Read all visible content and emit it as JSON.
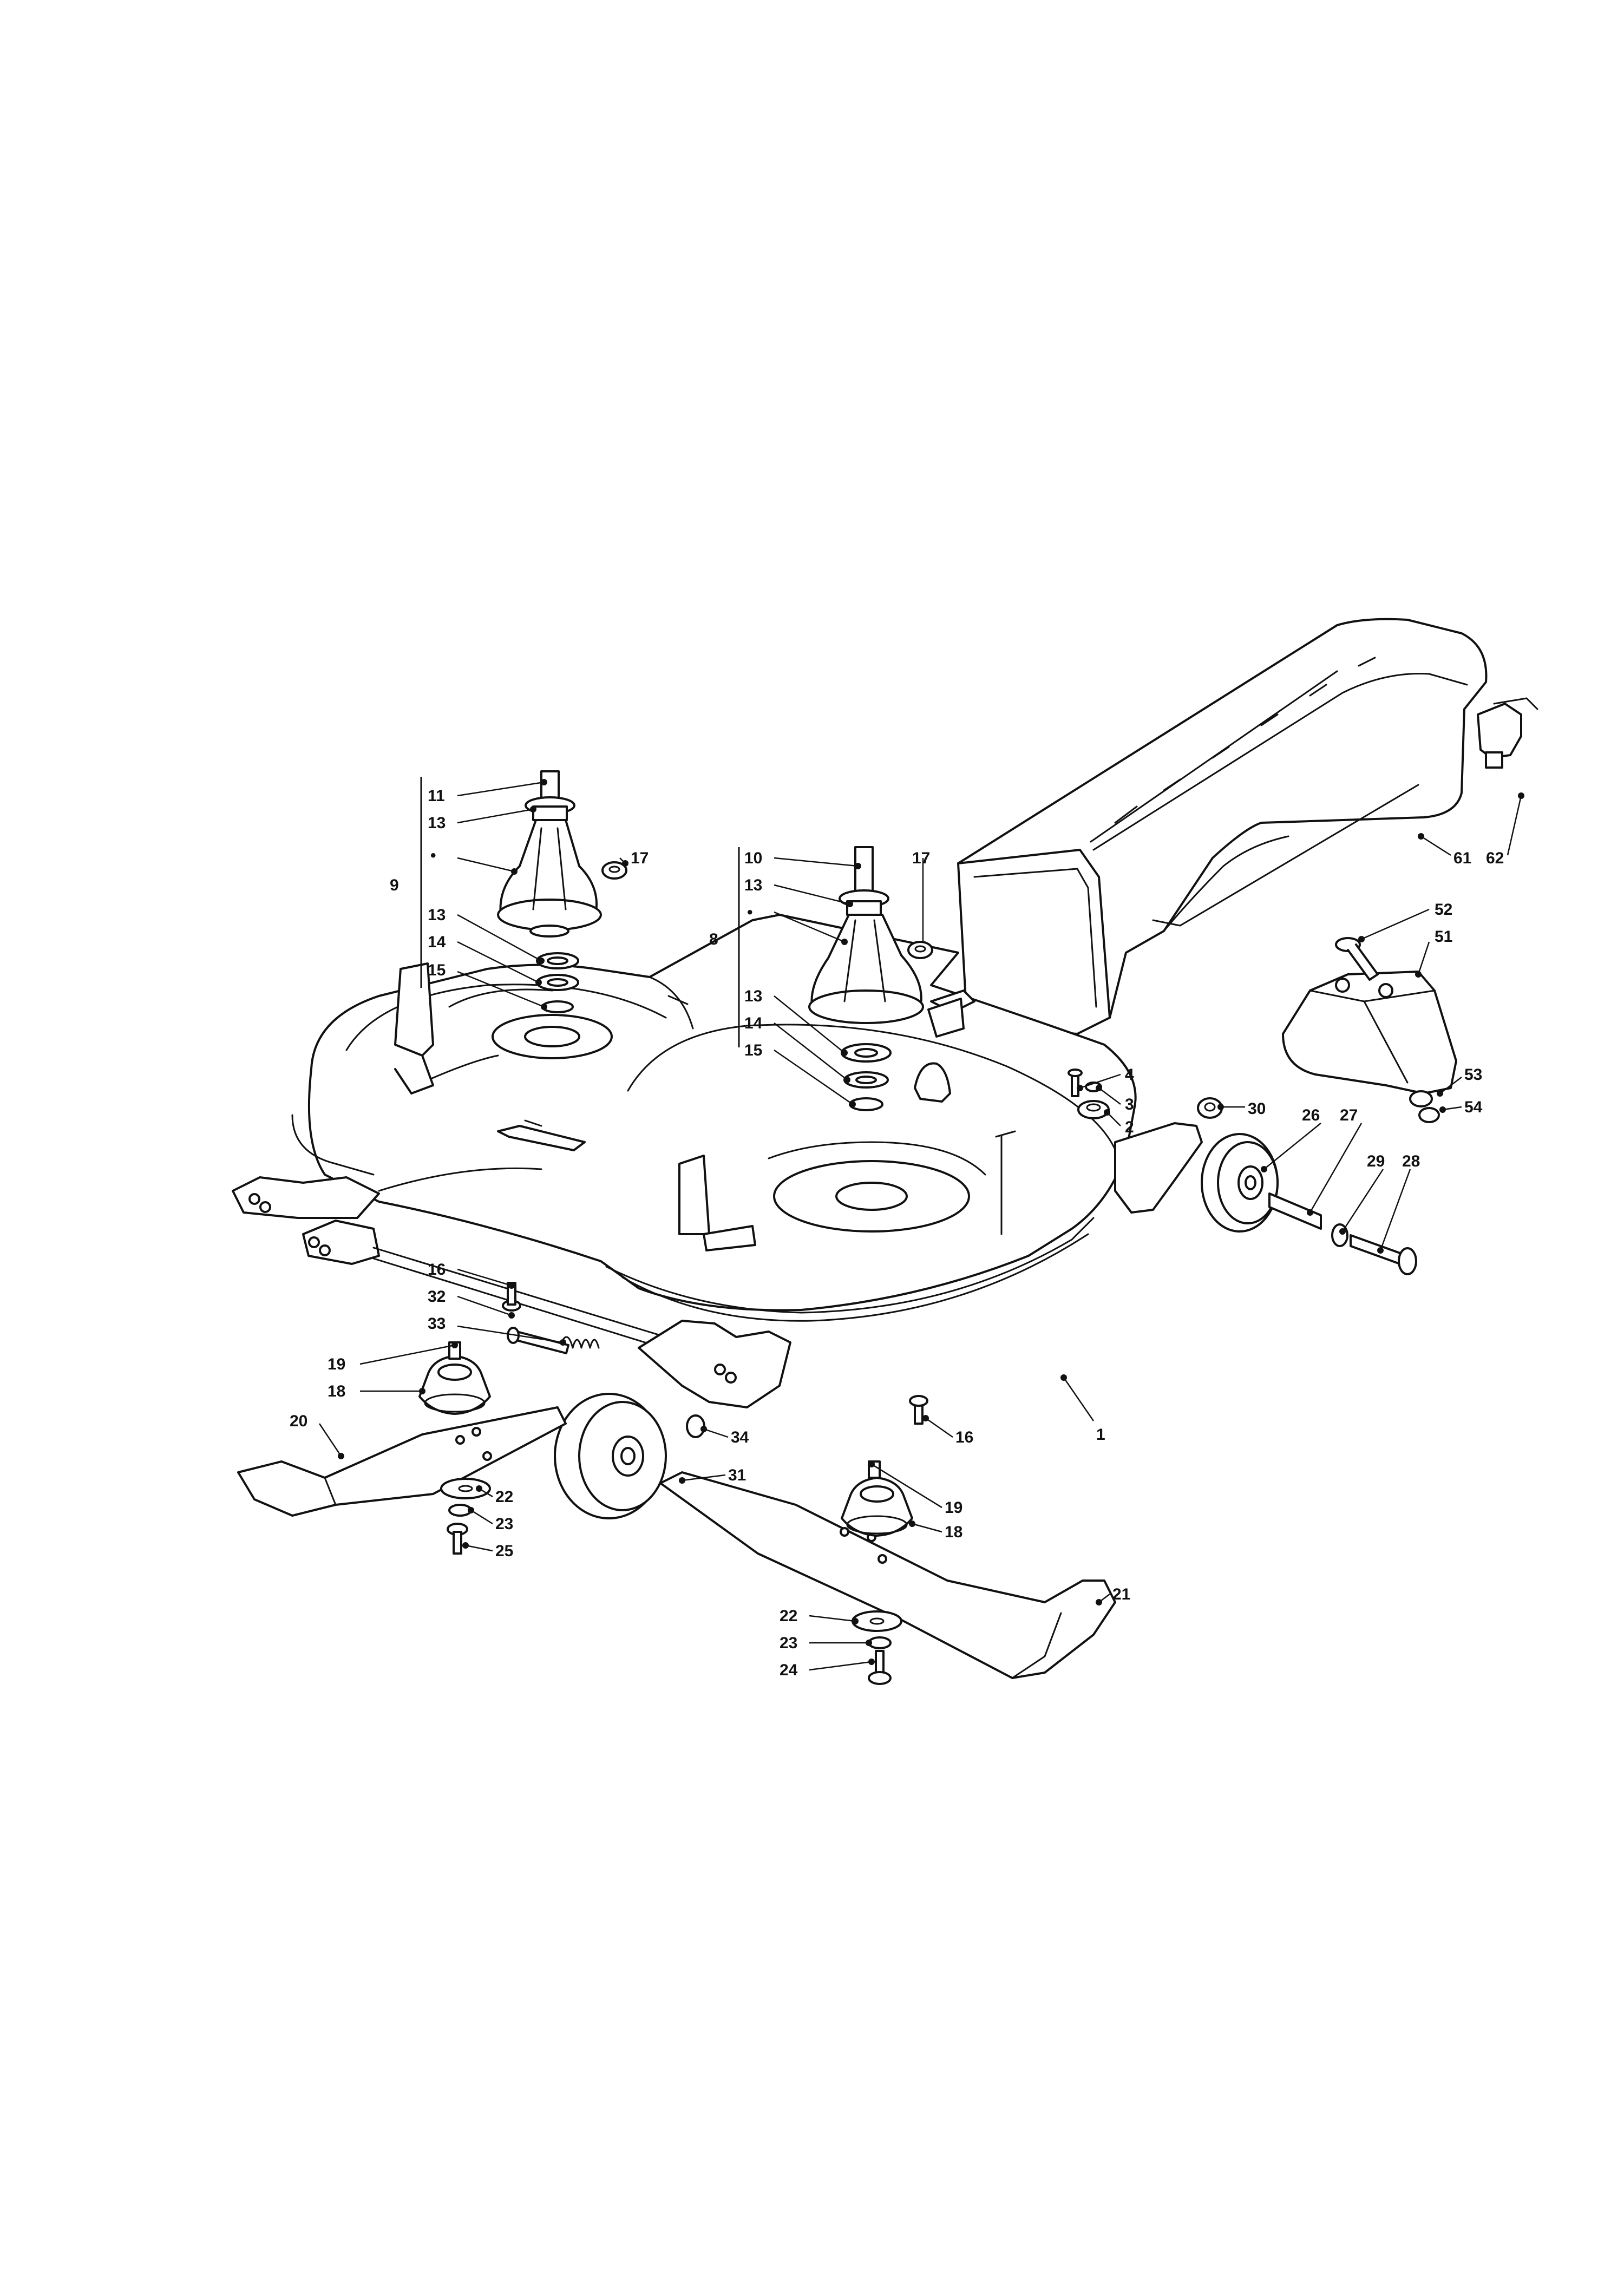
{
  "diagram": {
    "callouts": [
      {
        "id": "c11",
        "text": "11"
      },
      {
        "id": "c13a",
        "text": "13"
      },
      {
        "id": "c9dot",
        "text": "•"
      },
      {
        "id": "c17a",
        "text": "17"
      },
      {
        "id": "c9",
        "text": "9"
      },
      {
        "id": "c13b",
        "text": "13"
      },
      {
        "id": "c14a",
        "text": "14"
      },
      {
        "id": "c15a",
        "text": "15"
      },
      {
        "id": "c10",
        "text": "10"
      },
      {
        "id": "c13c",
        "text": "13"
      },
      {
        "id": "c8dot",
        "text": "•"
      },
      {
        "id": "c17b",
        "text": "17"
      },
      {
        "id": "c8",
        "text": "8"
      },
      {
        "id": "c13d",
        "text": "13"
      },
      {
        "id": "c14b",
        "text": "14"
      },
      {
        "id": "c15b",
        "text": "15"
      },
      {
        "id": "c4",
        "text": "4"
      },
      {
        "id": "c3",
        "text": "3"
      },
      {
        "id": "c2",
        "text": "2"
      },
      {
        "id": "c30",
        "text": "30"
      },
      {
        "id": "c26",
        "text": "26"
      },
      {
        "id": "c27",
        "text": "27"
      },
      {
        "id": "c29",
        "text": "29"
      },
      {
        "id": "c28",
        "text": "28"
      },
      {
        "id": "c61",
        "text": "61"
      },
      {
        "id": "c62",
        "text": "62"
      },
      {
        "id": "c52",
        "text": "52"
      },
      {
        "id": "c51",
        "text": "51"
      },
      {
        "id": "c53",
        "text": "53"
      },
      {
        "id": "c54",
        "text": "54"
      },
      {
        "id": "c16a",
        "text": "16"
      },
      {
        "id": "c32",
        "text": "32"
      },
      {
        "id": "c33",
        "text": "33"
      },
      {
        "id": "c19a",
        "text": "19"
      },
      {
        "id": "c18a",
        "text": "18"
      },
      {
        "id": "c20",
        "text": "20"
      },
      {
        "id": "c34",
        "text": "34"
      },
      {
        "id": "c16b",
        "text": "16"
      },
      {
        "id": "c1",
        "text": "1"
      },
      {
        "id": "c31",
        "text": "31"
      },
      {
        "id": "c22a",
        "text": "22"
      },
      {
        "id": "c23a",
        "text": "23"
      },
      {
        "id": "c25",
        "text": "25"
      },
      {
        "id": "c19b",
        "text": "19"
      },
      {
        "id": "c18b",
        "text": "18"
      },
      {
        "id": "c21",
        "text": "21"
      },
      {
        "id": "c22b",
        "text": "22"
      },
      {
        "id": "c23b",
        "text": "23"
      },
      {
        "id": "c24",
        "text": "24"
      }
    ]
  }
}
